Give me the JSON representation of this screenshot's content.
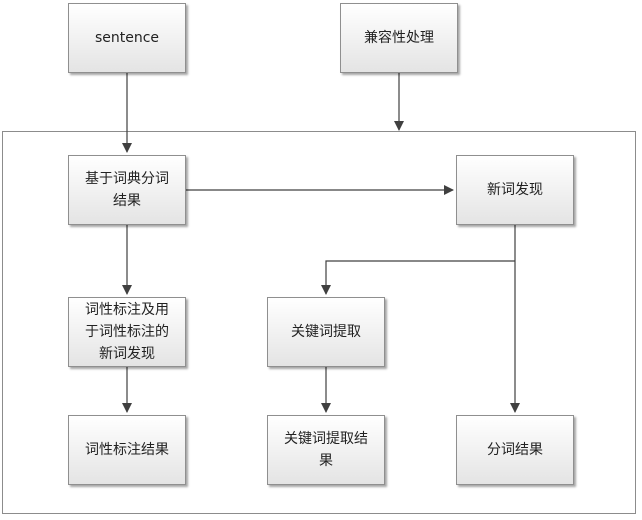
{
  "nodes": {
    "sentence": "sentence",
    "compat": "兼容性处理",
    "dict_line1": "基于词典分词",
    "dict_line2": "结果",
    "newword": "新词发现",
    "postag_line1": "词性标注及用",
    "postag_line2": "于词性标注的",
    "postag_line3": "新词发现",
    "kwextract": "关键词提取",
    "posres": "词性标注结果",
    "kwres_line1": "关键词提取结",
    "kwres_line2": "果",
    "segres": "分词结果"
  },
  "colors": {
    "box_border": "#8f8f8f",
    "box_fill_top": "#ffffff",
    "box_fill_bottom": "#e4e4e4",
    "arrow": "#404040"
  }
}
